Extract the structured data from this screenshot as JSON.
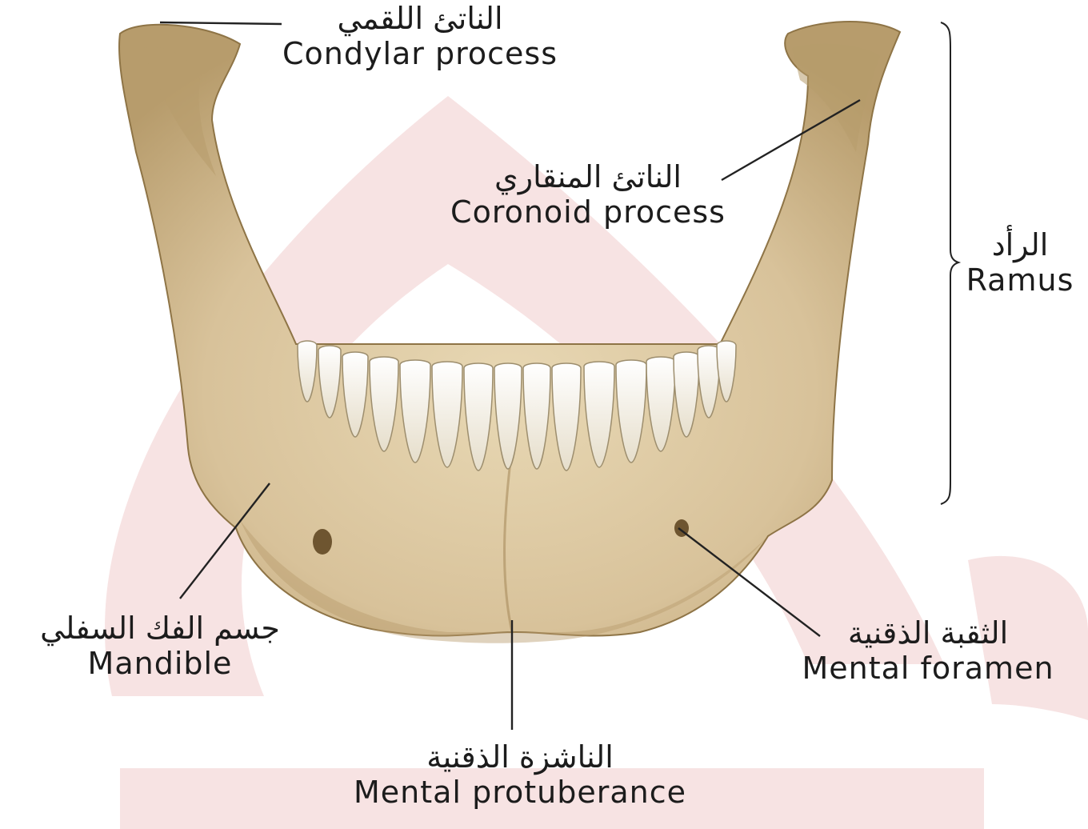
{
  "diagram": {
    "labels": {
      "condylar": {
        "arabic": "الناتئ اللقمي",
        "english": "Condylar process"
      },
      "coronoid": {
        "arabic": "الناتئ المنقاري",
        "english": "Coronoid process"
      },
      "ramus": {
        "arabic": "الرأد",
        "english": "Ramus"
      },
      "mandible": {
        "arabic": "جسم الفك السفلي",
        "english": "Mandible"
      },
      "mental_foramen": {
        "arabic": "الثقبة الذقنية",
        "english": "Mental foramen"
      },
      "mental_protuberance": {
        "arabic": "الناشزة الذقنية",
        "english": "Mental protuberance"
      }
    },
    "colors": {
      "bone": "#d8c29a",
      "bone_shadow": "#a88c5e",
      "teeth": "#f1ecdf",
      "leader": "#222222",
      "watermark": "#f7e3e3"
    }
  }
}
